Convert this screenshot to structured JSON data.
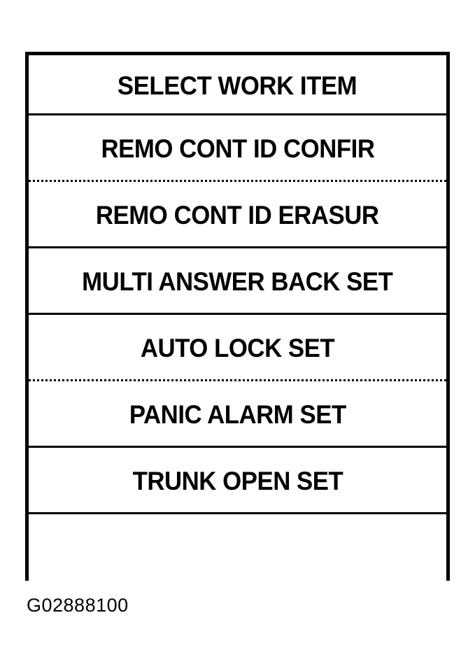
{
  "panel": {
    "border_color": "#000000",
    "background_color": "#ffffff",
    "header": {
      "label": "SELECT WORK ITEM"
    },
    "rows": [
      {
        "label": "REMO CONT ID CONFIR",
        "divider_below": "dotted"
      },
      {
        "label": "REMO CONT ID ERASUR",
        "divider_below": "solid"
      },
      {
        "label": "MULTI ANSWER BACK SET",
        "divider_below": "solid"
      },
      {
        "label": "AUTO LOCK SET",
        "divider_below": "dotted"
      },
      {
        "label": "PANIC ALARM SET",
        "divider_below": "solid"
      },
      {
        "label": "TRUNK OPEN SET",
        "divider_below": "solid"
      },
      {
        "label": "",
        "divider_below": "none"
      }
    ]
  },
  "caption": {
    "text": "G02888100"
  }
}
